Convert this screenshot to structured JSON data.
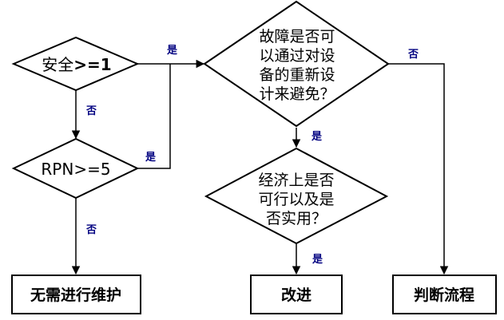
{
  "nodes": {
    "safety_decision": {
      "prefix": "安全",
      "suffix": ">=1"
    },
    "rpn_decision": {
      "label": "RPN>=5"
    },
    "redesign_decision": {
      "lines": [
        "故障是否可",
        "以通过对设",
        "备的重新设",
        "计来避免？"
      ]
    },
    "feasible_decision": {
      "lines": [
        "经济上是否",
        "可行以及是",
        "否实用？"
      ]
    },
    "no_maintenance_box": {
      "label": "无需进行维护"
    },
    "improve_box": {
      "label": "改进"
    },
    "judgement_box": {
      "label": "判断流程"
    }
  },
  "edges": {
    "safety_yes": "是",
    "safety_no": "否",
    "rpn_yes": "是",
    "rpn_no": "否",
    "redesign_yes": "是",
    "redesign_no": "否",
    "feasible_yes": "是"
  },
  "colors": {
    "line": "#000000",
    "edge_label": "#000080"
  }
}
